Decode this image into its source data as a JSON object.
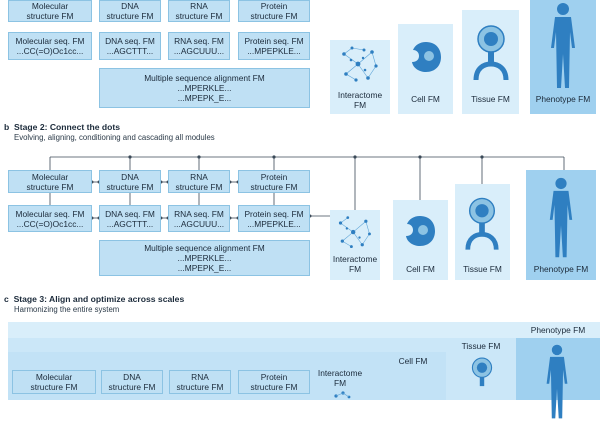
{
  "stage1": {
    "mol_struct": [
      "Molecular",
      "structure FM"
    ],
    "dna_struct": [
      "DNA",
      "structure FM"
    ],
    "rna_struct": [
      "RNA",
      "structure FM"
    ],
    "prot_struct": [
      "Protein",
      "structure FM"
    ],
    "mol_seq": [
      "Molecular seq. FM",
      "...CC(=O)Oc1cc..."
    ],
    "dna_seq": [
      "DNA seq. FM",
      "...AGCTTT..."
    ],
    "rna_seq": [
      "RNA seq. FM",
      "...AGCUUU..."
    ],
    "prot_seq": [
      "Protein seq. FM",
      "...MPEPKLE..."
    ],
    "msa": [
      "Multiple sequence alignment FM",
      "...MPERKLE...",
      "...MPEPK_E..."
    ],
    "interactome": [
      "Interactome",
      "FM"
    ],
    "cell": "Cell FM",
    "tissue": "Tissue FM",
    "phenotype": "Phenotype FM"
  },
  "stage2": {
    "letter": "b",
    "title": "Stage 2: Connect the dots",
    "subtitle": "Evolving, aligning, conditioning and cascading all modules",
    "mol_struct": [
      "Molecular",
      "structure FM"
    ],
    "dna_struct": [
      "DNA",
      "structure FM"
    ],
    "rna_struct": [
      "RNA",
      "structure FM"
    ],
    "prot_struct": [
      "Protein",
      "structure FM"
    ],
    "mol_seq": [
      "Molecular seq. FM",
      "...CC(=O)Oc1cc..."
    ],
    "dna_seq": [
      "DNA seq. FM",
      "...AGCTTT..."
    ],
    "rna_seq": [
      "RNA seq. FM",
      "...AGCUUU..."
    ],
    "prot_seq": [
      "Protein seq. FM",
      "...MPEPKLE..."
    ],
    "msa": [
      "Multiple sequence alignment FM",
      "...MPERKLE...",
      "...MPEPK_E..."
    ],
    "interactome": [
      "Interactome",
      "FM"
    ],
    "cell": "Cell FM",
    "tissue": "Tissue FM",
    "phenotype": "Phenotype FM"
  },
  "stage3": {
    "letter": "c",
    "title": "Stage 3: Align and optimize across scales",
    "subtitle": "Harmonizing the entire system",
    "phenotype": "Phenotype FM",
    "tissue": "Tissue FM",
    "cell": "Cell FM",
    "interactome": [
      "Interactome",
      "FM"
    ],
    "mol_struct": [
      "Molecular",
      "structure FM"
    ],
    "dna_struct": [
      "DNA",
      "structure FM"
    ],
    "rna_struct": [
      "RNA",
      "structure FM"
    ],
    "prot_struct": [
      "Protein",
      "structure FM"
    ]
  },
  "colors": {
    "box_fill": "#bfe0f4",
    "box_border": "#8cc3e3",
    "panel_light": "#d9eefa",
    "panel_mid": "#c5e3f6",
    "panel_dark": "#9fd0ef",
    "icon_blue": "#2f7fc1"
  }
}
